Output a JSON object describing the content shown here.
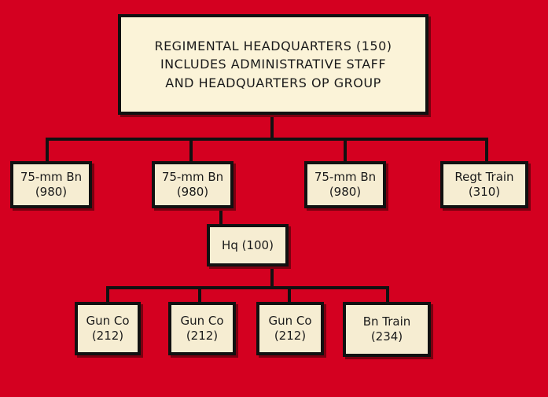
{
  "headquarters": {
    "line1": "REGIMENTAL HEADQUARTERS (150)",
    "line2": "INCLUDES ADMINISTRATIVE STAFF",
    "line3": "AND HEADQUARTERS OP GROUP"
  },
  "level2": [
    {
      "name": "75-mm Bn",
      "count": "(980)"
    },
    {
      "name": "75-mm Bn",
      "count": "(980)"
    },
    {
      "name": "75-mm Bn",
      "count": "(980)"
    },
    {
      "name": "Regt Train",
      "count": "(310)"
    }
  ],
  "battalion_hq": {
    "label": "Hq (100)"
  },
  "level4": [
    {
      "name": "Gun Co",
      "count": "(212)"
    },
    {
      "name": "Gun Co",
      "count": "(212)"
    },
    {
      "name": "Gun Co",
      "count": "(212)"
    },
    {
      "name": "Bn Train",
      "count": "(234)"
    }
  ]
}
